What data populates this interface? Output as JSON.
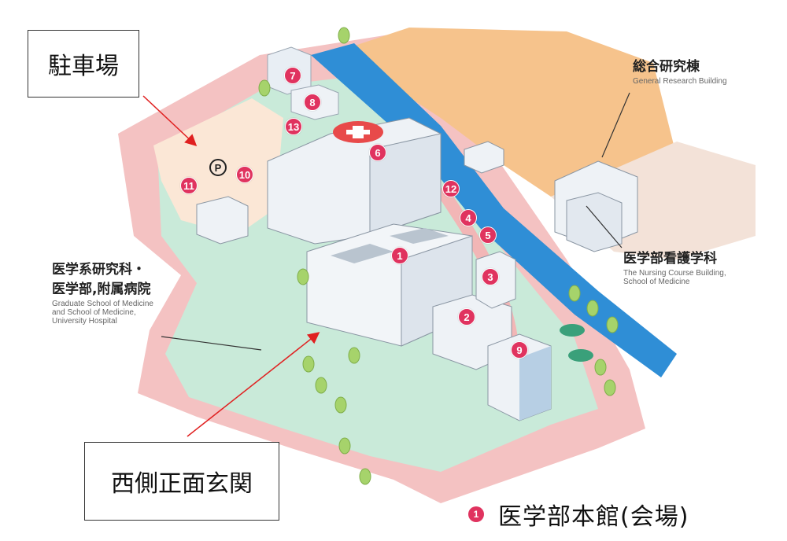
{
  "callouts": {
    "parking": "駐車場",
    "west_entrance": "西側正面玄関"
  },
  "labels": {
    "general_research": {
      "ja": "総合研究棟",
      "en": "General Research Building"
    },
    "nursing": {
      "ja": "医学部看護学科",
      "en1": "The Nursing Course Building,",
      "en2": "School of Medicine"
    },
    "graduate_school": {
      "ja1": "医学系研究科・",
      "ja2": "医学部,附属病院",
      "en1": "Graduate School of Medicine",
      "en2": "and School of Medicine,",
      "en3": "University Hospital"
    }
  },
  "markers": [
    "1",
    "2",
    "3",
    "4",
    "5",
    "6",
    "7",
    "8",
    "9",
    "10",
    "11",
    "12",
    "13"
  ],
  "parking_symbol": "P",
  "legend": {
    "marker": "1",
    "text": "医学部本館(会場)"
  },
  "colors": {
    "marker": "#e0335f",
    "river": "#2f8ed6",
    "road": "#f2b6b6",
    "campus_green": "#c9ead9",
    "parking_lot": "#fbe7d6",
    "orange_area": "#f6c38c",
    "arrow": "#e02020"
  }
}
